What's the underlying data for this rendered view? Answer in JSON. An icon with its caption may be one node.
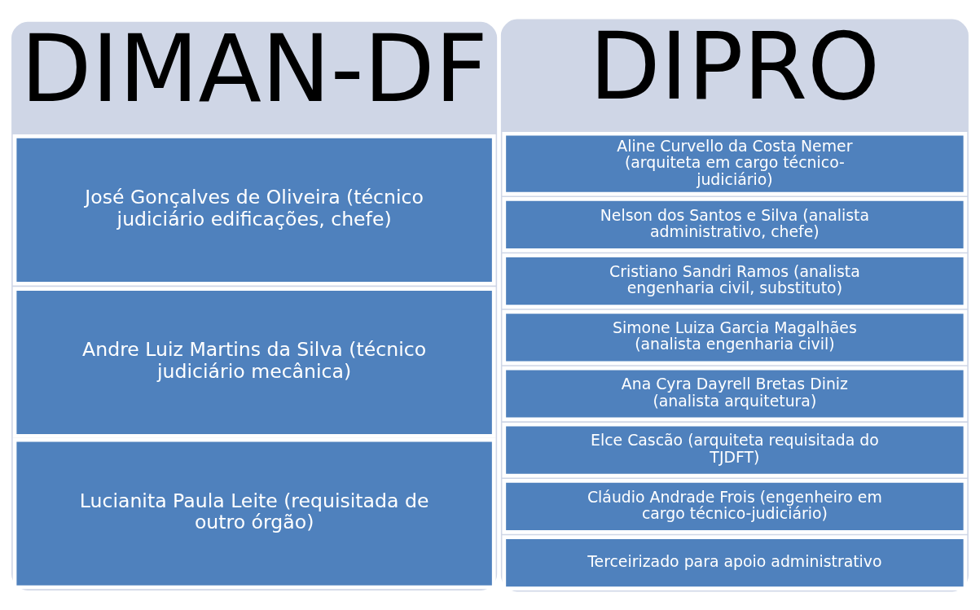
{
  "diagram": {
    "nodes": [
      {
        "text": [
          "DIPRO"
        ]
      },
      {
        "text": [
          "Nelson dos Santos e Silva (analista administrativo, chefe)"
        ],
        "in": 0
      },
      {
        "text": [
          "Cristiano Sandri Ramos (analista engenharia civil, substituto)"
        ],
        "in": 0
      },
      {
        "text": [
          "Simone Luiza Garcia Magalhães (analista engenharia civil)"
        ],
        "in": 0
      },
      {
        "text": [
          "Ana Cyra Dayrell Bretas Diniz (analista arquitetura)"
        ],
        "in": 0
      },
      {
        "text": [
          "Elce Cascão (arquiteta requisitada do TJDFT)"
        ],
        "in": 0
      },
      {
        "text": [
          "Cláudio Andrade Frois (engenheiro em cargo técnico-judiciário)"
        ],
        "in": 0
      },
      {
        "text": [
          "Aline Curvello da Costa Nemer (arquiteta em cargo técnico-judiciário)"
        ],
        "in": 0
      },
      {
        "text": [
          "Terceirizado para apoio administrativo"
        ],
        "in": 0
      },
      {
        "text": [
          "DIMAN-DF"
        ]
      },
      {
        "text": [
          "José Gonçalves de Oliveira (técnico judiciário edificações, chefe)"
        ],
        "in": 9
      },
      {
        "text": [
          "Andre Luiz Martins da Silva (técnico judiciário mecânica)"
        ],
        "in": 9
      },
      {
        "text": [
          "Lucianita Paula Leite (requisitada de outro órgão)"
        ],
        "in": 9
      }
    ],
    "edges": []
  }
}
